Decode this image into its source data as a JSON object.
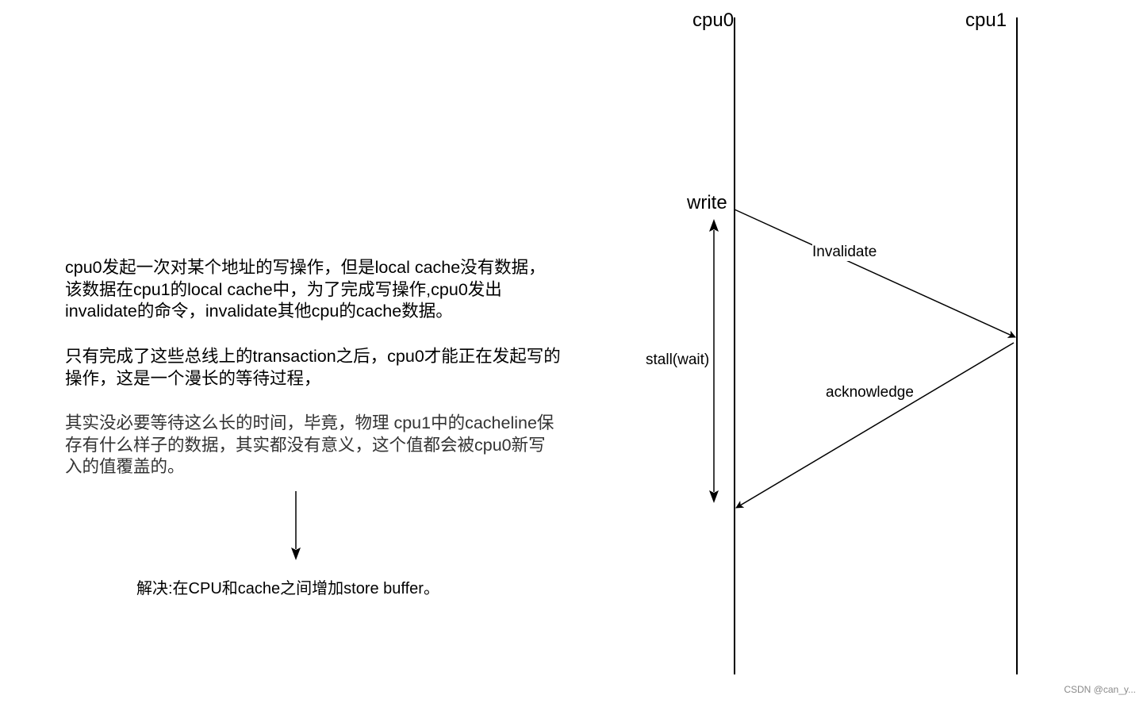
{
  "description": {
    "paragraph_1": "cpu0发起一次对某个地址的写操作，但是local cache没有数据，该数据在cpu1的local cache中，为了完成写操作,cpu0发出invalidate的命令，invalidate其他cpu的cache数据。",
    "paragraph_2": "只有完成了这些总线上的transaction之后，cpu0才能正在发起写的操作，这是一个漫长的等待过程，",
    "paragraph_3": "其实没必要等待这么长的时间，毕竟，物理 cpu1中的cacheline保存有什么样子的数据，其实都没有意义，这个值都会被cpu0新写入的值覆盖的。"
  },
  "solution": {
    "text": "解决:在CPU和cache之间增加store buffer。"
  },
  "sequence": {
    "lifelines": [
      {
        "label": "cpu0"
      },
      {
        "label": "cpu1"
      }
    ],
    "write_label": "write",
    "messages": [
      {
        "label": "Invalidate",
        "from": "cpu0",
        "to": "cpu1"
      },
      {
        "label": "acknowledge",
        "from": "cpu1",
        "to": "cpu0"
      }
    ],
    "stall_label": "stall(wait)"
  },
  "watermark": "CSDN @can_y..."
}
